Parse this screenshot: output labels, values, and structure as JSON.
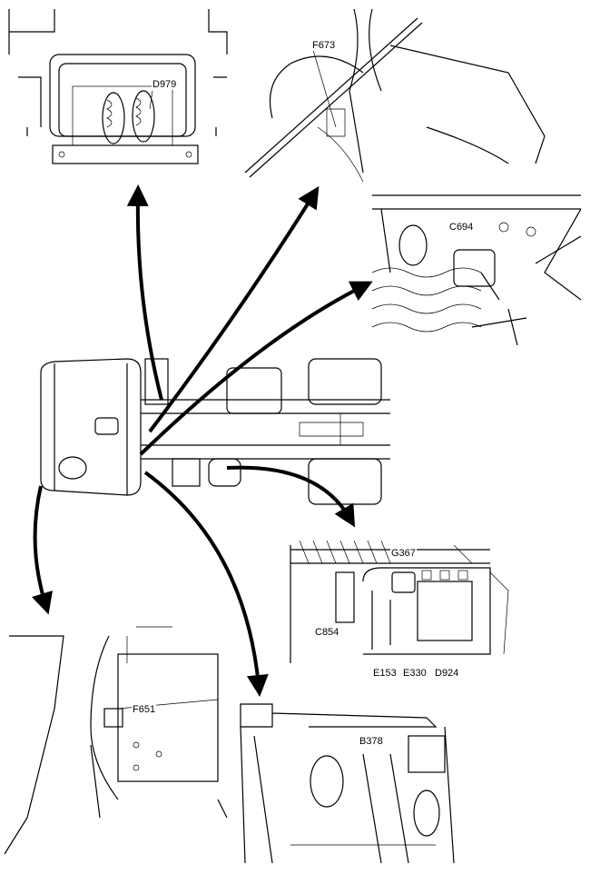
{
  "callouts": {
    "d979": "D979",
    "f673": "F673",
    "c694": "C694",
    "g367": "G367",
    "c854": "C854",
    "e153": "E153",
    "e330": "E330",
    "d924": "D924",
    "f651": "F651",
    "b378": "B378"
  }
}
